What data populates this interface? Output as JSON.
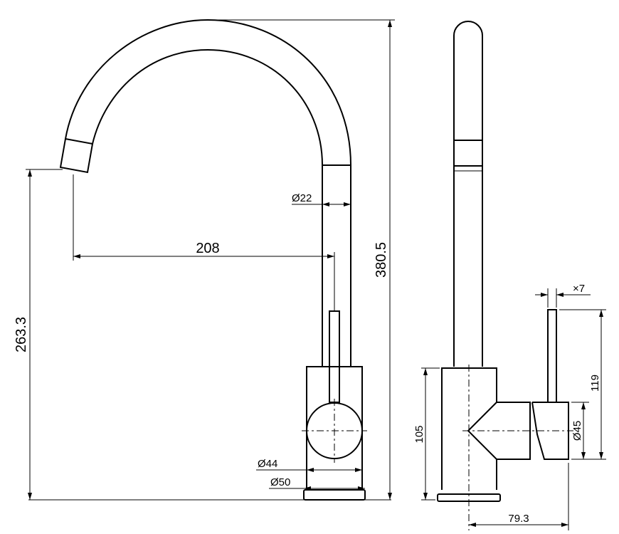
{
  "drawing": {
    "title": "Kitchen mixer tap dimension drawing",
    "front_view": {
      "spout_height": "263.3",
      "overall_height": "380.5",
      "spout_reach": "208",
      "spout_diameter": "Ø22",
      "body_diameter": "Ø44",
      "base_diameter": "Ø50"
    },
    "side_view": {
      "lever_diameter": "×7",
      "body_height": "105",
      "lever_height": "119",
      "handle_diameter": "Ø45",
      "handle_projection": "79.3"
    },
    "line_color": "#000000",
    "background_color": "#ffffff"
  }
}
